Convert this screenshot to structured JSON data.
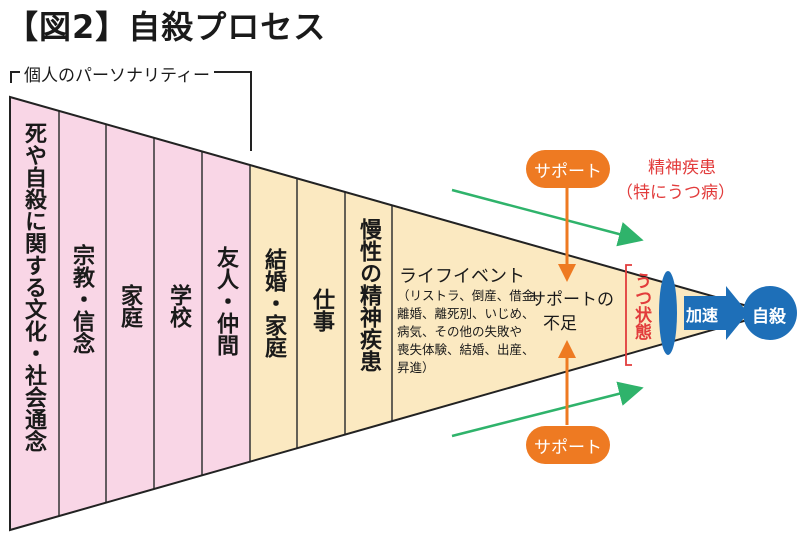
{
  "title": "【図2】自殺プロセス",
  "personality_label": "個人のパーソナリティー",
  "columns": [
    {
      "label": "死や自殺に関する文化・社会通念"
    },
    {
      "label": "宗教・信念"
    },
    {
      "label": "家庭"
    },
    {
      "label": "学校"
    },
    {
      "label": "友人・仲間"
    },
    {
      "label": "結婚・家庭"
    },
    {
      "label": "仕事"
    },
    {
      "label": "慢性の精神疾患"
    }
  ],
  "life_events": {
    "heading": "ライフイベント",
    "detail_lines": [
      "（リストラ、倒産、借金、",
      "離婚、離死別、いじめ、",
      "病気、その他の失敗や",
      "喪失体験、結婚、出産、",
      "昇進）"
    ]
  },
  "support_top": "サポート",
  "support_bottom": "サポート",
  "lack_of_support": {
    "line1": "サポートの",
    "line2": "不足"
  },
  "mental_illness": {
    "line1": "精神疾患",
    "line2": "（特にうつ病）"
  },
  "depression_state": "うつ状態",
  "acceleration": "加速",
  "suicide": "自殺",
  "colors": {
    "pink": "#f9d6e6",
    "cream": "#fbe9c1",
    "orange": "#ee7a22",
    "green": "#2fb36b",
    "blue": "#1e6fb8",
    "red": "#e23c3c"
  }
}
